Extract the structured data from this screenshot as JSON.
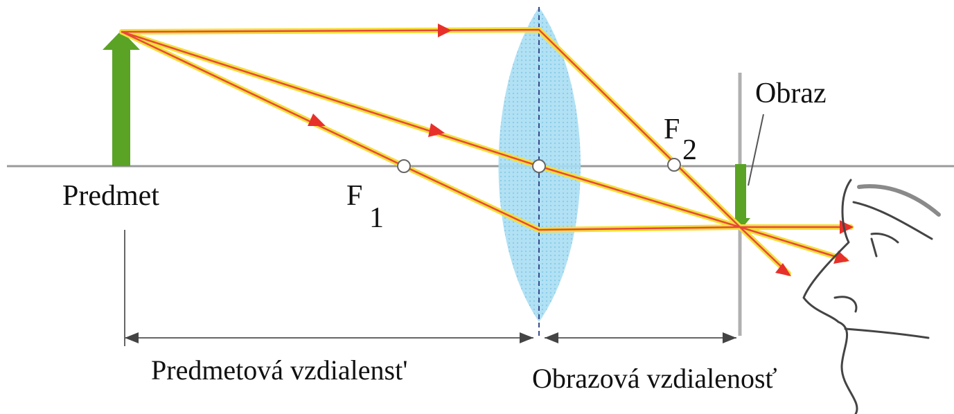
{
  "labels": {
    "object": "Predmet",
    "image": "Obraz",
    "focus1_letter": "F",
    "focus1_sub": "1",
    "focus2_letter": "F",
    "focus2_sub": "2",
    "object_distance": "Predmetová vzdialenst'",
    "image_distance": "Obrazová vzdialenosť"
  },
  "colors": {
    "ray_outer": "#f2df3a",
    "ray_inner": "#e8483a",
    "arrowhead": "#e8302a",
    "object_arrow": "#5aa325",
    "lens_fill": "#8ed3ee",
    "axis": "#9a9a9a",
    "dimension": "#555555"
  }
}
